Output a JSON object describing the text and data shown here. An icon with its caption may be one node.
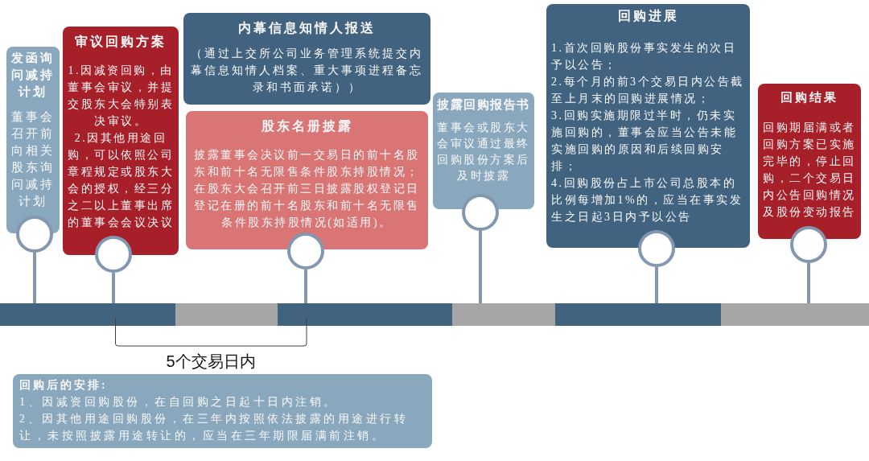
{
  "diagram": {
    "nodes": [
      {
        "text": [
          "发函询问减持计划",
          "董事会召开前向相关股东询问减持计划"
        ]
      },
      {
        "text": [
          "审议回购方案",
          "1.因减资回购，由董事会审议，并提交股东大会特别表决审议。",
          "2.因其他用途回购，可以依照公司章程规定或股东大会的授权，经三分之二以上董事出席的董事会会议决议"
        ]
      },
      {
        "text": [
          "内幕信息知情人报送",
          "（通过上交所公司业务管理系统提交内幕信息知情人档案、重大事项进程备忘录和书面承诺））"
        ]
      },
      {
        "text": [
          "股东名册披露",
          "披露董事会决议前一交易日的前十名股东和前十名无限售条件股东持股情况；在股东大会召开前三日披露股权登记日登记在册的前十名股东和前十名无限售条件股东持股情况(如适用)。"
        ]
      },
      {
        "text": [
          "披露回购报告书",
          "董事会或股东大会审议通过最终回购股份方案后及时披露"
        ]
      },
      {
        "text": [
          "回购进展",
          "1.首次回购股份事实发生的次日予以公告；",
          "2.每个月的前3个交易日内公告截至上月末的回购进展情况；",
          "3.回购实施期限过半时，仍未实施回购的，董事会应当公告未能实施回购的原因和后续回购安排；",
          "4.回购股份占上市公司总股本的比例每增加1%的，应当在事实发生之日起3日内予以公告"
        ]
      },
      {
        "text": [
          "回购结果",
          "回购期届满或者回购方案已实施完毕的，停止回购，二个交易日内公告回购情况及股份变动报告"
        ]
      },
      {
        "text": [],
        "shape": "circle"
      },
      {
        "text": [],
        "shape": "circle"
      },
      {
        "text": [],
        "shape": "circle"
      },
      {
        "text": [],
        "shape": "circle"
      },
      {
        "text": [],
        "shape": "circle"
      },
      {
        "text": [],
        "shape": "circle"
      },
      {
        "text": [],
        "shape": "bar"
      },
      {
        "text": [],
        "shape": "bar"
      },
      {
        "text": [],
        "shape": "bar"
      },
      {
        "text": [],
        "shape": "bar"
      },
      {
        "text": [],
        "shape": "bar"
      },
      {
        "text": [],
        "shape": "bar"
      },
      {
        "text": [
          "回购后的安排:",
          "1、因减资回购股份，在自回购之日起十日内注销。",
          "2、因其他用途回购股份，在三年内按照依法披露的用途进行转让，未按照披露用途转让的，应当在三年期限届满前注销。"
        ]
      }
    ],
    "edges": [
      {
        "from": 7,
        "to": 13,
        "arrow": "none"
      },
      {
        "from": 8,
        "to": 13,
        "arrow": "none"
      },
      {
        "from": 9,
        "to": 15,
        "arrow": "none"
      },
      {
        "from": 10,
        "to": 16,
        "arrow": "none"
      },
      {
        "from": 11,
        "to": 17,
        "arrow": "none"
      },
      {
        "from": 12,
        "to": 18,
        "arrow": "none"
      }
    ],
    "labels": [
      "5个交易日内"
    ]
  }
}
